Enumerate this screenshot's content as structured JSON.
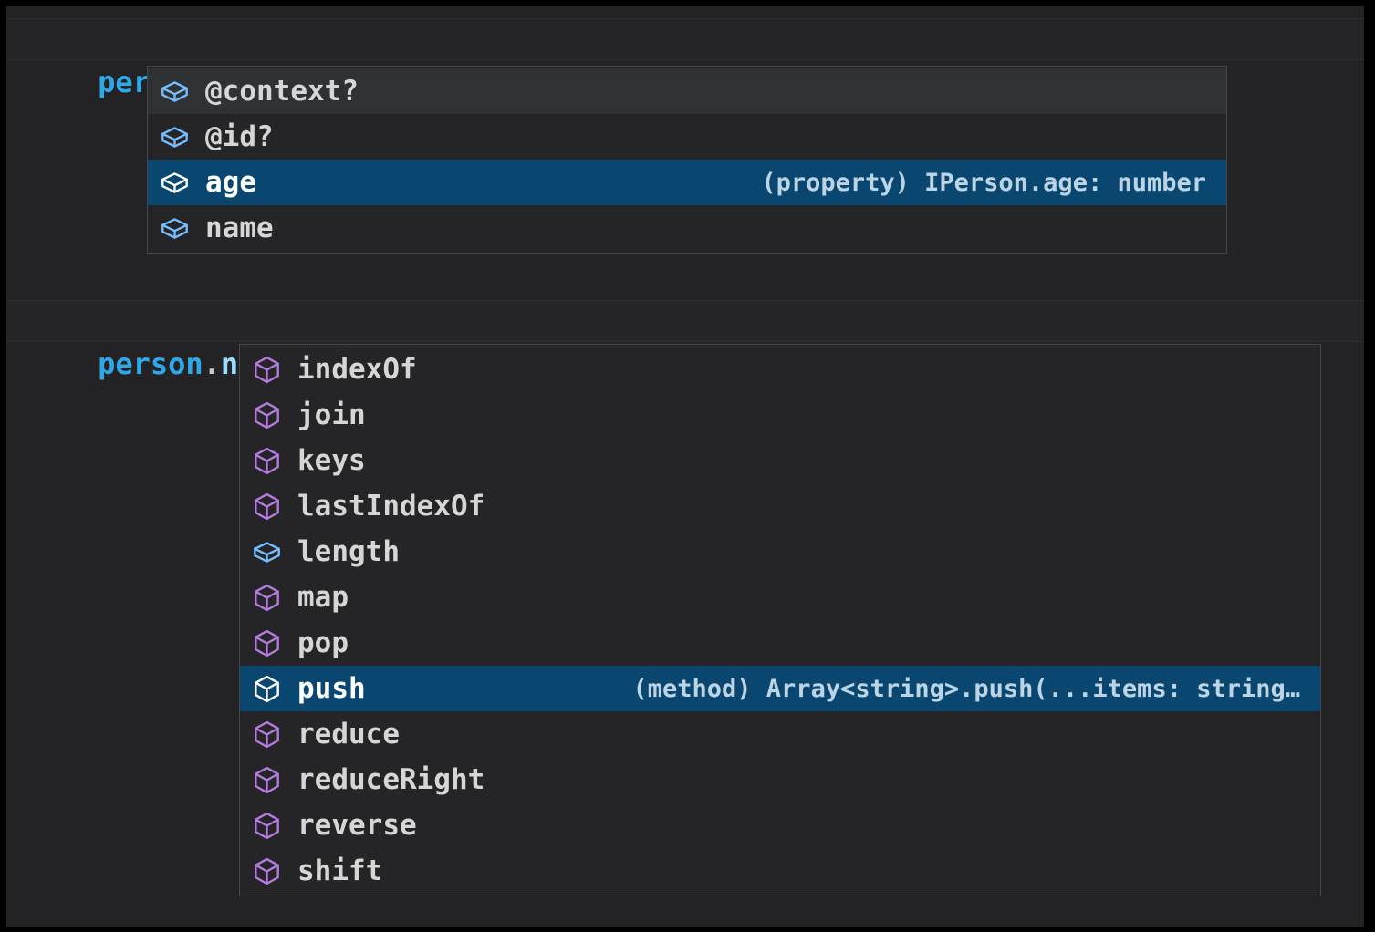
{
  "colors": {
    "editor_background": "#232325",
    "widget_background": "#252527",
    "widget_border": "#47474a",
    "selected_row_background": "#094771",
    "hover_row_background": "#2f3234",
    "field_icon": "#75beff",
    "method_icon": "#b57bde",
    "selected_icon": "#ffffff",
    "identifier_blue": "#2ea8e8",
    "property_blue": "#9cdcfe",
    "punctuation_gray": "#c9c9c9",
    "error_squiggle_red": "#f14c4c",
    "label_gray": "#d6d6d6",
    "detail_blue_gray": "#bdd4e5"
  },
  "code": {
    "line1": {
      "object": "person",
      "dot": ".",
      "semicolon": ";"
    },
    "line2": {
      "object": "person",
      "dot1": ".",
      "property": "name",
      "dot2": ".",
      "semicolon": ";"
    }
  },
  "suggest1": {
    "items": [
      {
        "label": "@context?",
        "kind": "field",
        "state": "hover",
        "detail": ""
      },
      {
        "label": "@id?",
        "kind": "field",
        "state": "",
        "detail": ""
      },
      {
        "label": "age",
        "kind": "field",
        "state": "selected",
        "detail": "(property) IPerson.age: number"
      },
      {
        "label": "name",
        "kind": "field",
        "state": "",
        "detail": ""
      }
    ]
  },
  "suggest2": {
    "items": [
      {
        "label": "indexOf",
        "kind": "method",
        "state": "",
        "detail": ""
      },
      {
        "label": "join",
        "kind": "method",
        "state": "",
        "detail": ""
      },
      {
        "label": "keys",
        "kind": "method",
        "state": "",
        "detail": ""
      },
      {
        "label": "lastIndexOf",
        "kind": "method",
        "state": "",
        "detail": ""
      },
      {
        "label": "length",
        "kind": "field",
        "state": "",
        "detail": ""
      },
      {
        "label": "map",
        "kind": "method",
        "state": "",
        "detail": ""
      },
      {
        "label": "pop",
        "kind": "method",
        "state": "",
        "detail": ""
      },
      {
        "label": "push",
        "kind": "method",
        "state": "selected",
        "detail": "(method) Array<string>.push(...items: string…"
      },
      {
        "label": "reduce",
        "kind": "method",
        "state": "",
        "detail": ""
      },
      {
        "label": "reduceRight",
        "kind": "method",
        "state": "",
        "detail": ""
      },
      {
        "label": "reverse",
        "kind": "method",
        "state": "",
        "detail": ""
      },
      {
        "label": "shift",
        "kind": "method",
        "state": "",
        "detail": ""
      }
    ]
  }
}
